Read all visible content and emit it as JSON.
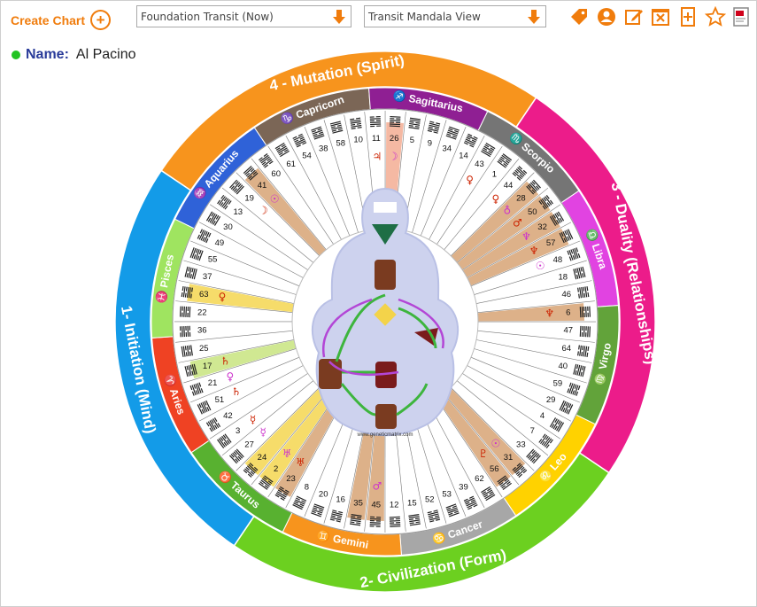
{
  "toolbar": {
    "create_label": "Create Chart",
    "plus_glyph": "+",
    "select1": "Foundation Transit (Now)",
    "select2": "Transit Mandala View",
    "icons": [
      "tag-icon",
      "user-circle-icon",
      "edit-icon",
      "close-box-icon",
      "add-document-icon",
      "star-icon",
      "pdf-icon"
    ]
  },
  "person": {
    "name_label": "Name:",
    "name_value": "Al Pacino"
  },
  "colors": {
    "orange": "#f7941d",
    "pink": "#ec1c8a",
    "green": "#6cd020",
    "blue": "#139be8",
    "capricorn": "#7b6656",
    "sagittarius": "#8f1f93",
    "scorpio": "#757575",
    "libra": "#e143e1",
    "virgo": "#62a33a",
    "leo": "#ffd200",
    "cancer": "#a7a7a7",
    "gemini": "#f7941d",
    "taurus": "#58b130",
    "aries": "#ef4223",
    "pisces": "#9fe460",
    "aquarius": "#2f62d8"
  },
  "quarters": [
    {
      "label": "4 - Mutation (Spirit)",
      "color": "#f7941d"
    },
    {
      "label": "3 - Duality (Relationships)",
      "color": "#ec1c8a"
    },
    {
      "label": "2- Civilization (Form)",
      "color": "#6cd020"
    },
    {
      "label": "1- Initiation (Mind)",
      "color": "#139be8"
    }
  ],
  "signs": [
    {
      "name": "Capricorn",
      "glyph": "♑",
      "color": "#7b6656"
    },
    {
      "name": "Sagittarius",
      "glyph": "♐",
      "color": "#8f1f93"
    },
    {
      "name": "Scorpio",
      "glyph": "♏",
      "color": "#757575"
    },
    {
      "name": "Libra",
      "glyph": "♎",
      "color": "#e143e1"
    },
    {
      "name": "Virgo",
      "glyph": "♍",
      "color": "#62a33a"
    },
    {
      "name": "Leo",
      "glyph": "♌",
      "color": "#ffd200"
    },
    {
      "name": "Cancer",
      "glyph": "♋",
      "color": "#a7a7a7"
    },
    {
      "name": "Gemini",
      "glyph": "♊",
      "color": "#f7941d"
    },
    {
      "name": "Taurus",
      "glyph": "♉",
      "color": "#58b130"
    },
    {
      "name": "Aries",
      "glyph": "♈",
      "color": "#ef4223"
    },
    {
      "name": "Pisces",
      "glyph": "♓",
      "color": "#9fe460"
    },
    {
      "name": "Aquarius",
      "glyph": "♒",
      "color": "#2f62d8"
    }
  ],
  "gates": [
    "11",
    "26",
    "5",
    "9",
    "34",
    "14",
    "43",
    "1",
    "44",
    "28",
    "50",
    "32",
    "57",
    "48",
    "18",
    "46",
    "6",
    "47",
    "64",
    "40",
    "59",
    "29",
    "4",
    "7",
    "33",
    "31",
    "56",
    "62",
    "39",
    "53",
    "52",
    "15",
    "12",
    "45",
    "35",
    "16",
    "20",
    "8",
    "23",
    "2",
    "24",
    "27",
    "3",
    "42",
    "51",
    "21",
    "17",
    "25",
    "36",
    "22",
    "63",
    "37",
    "55",
    "49",
    "30",
    "13",
    "19",
    "41",
    "60",
    "61",
    "54",
    "38",
    "58",
    "10"
  ],
  "gate_highlights": {
    "26": "#f4b199",
    "28": "#d9a87c",
    "50": "#d9a87c",
    "32": "#d9a87c",
    "57": "#d9a87c",
    "6": "#d9a87c",
    "31": "#d9a87c",
    "56": "#d9a87c",
    "45": "#d9a87c",
    "35": "#d9a87c",
    "23": "#d9a87c",
    "2": "#f5d85a",
    "24": "#f5d85a",
    "17": "#cbe586",
    "63": "#f5d85a",
    "41": "#d9a87c"
  },
  "planet_glyphs": {
    "11": "♃",
    "26": "☽",
    "44": "♀",
    "28": "♁",
    "50": "♂",
    "32": "♆",
    "57": "♆",
    "48": "☉",
    "6": "♆",
    "31": "☉",
    "56": "♇",
    "45": "♂",
    "23": "♅",
    "2": "♅",
    "27": "☿",
    "3": "☿",
    "21": "♀",
    "51": "♄",
    "17": "♄",
    "63": "♀",
    "41": "☉",
    "43": "♀",
    "19": "☽"
  },
  "bodygraph": {
    "footer": "www.geneticmatrix.com"
  }
}
